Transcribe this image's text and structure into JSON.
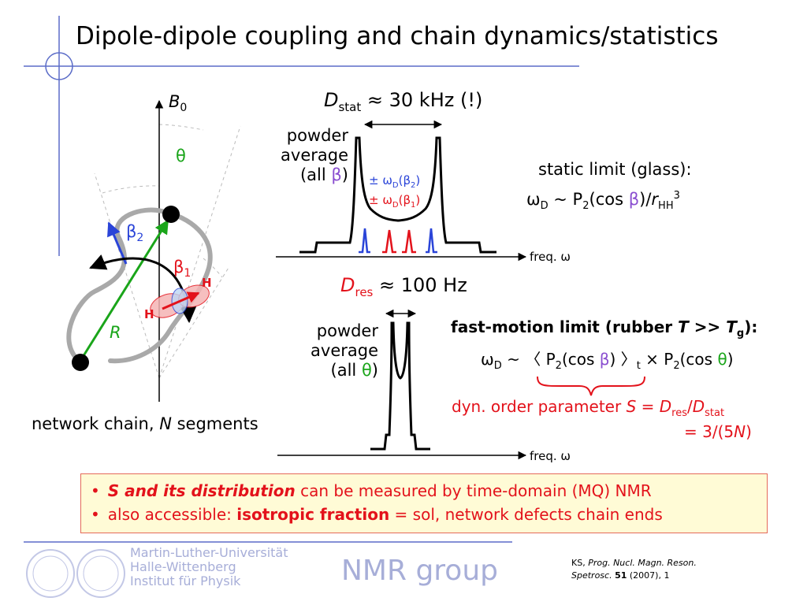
{
  "title": "Dipole-dipole coupling and chain dynamics/statistics",
  "diagram": {
    "b0": "B",
    "b0_sub": "0",
    "theta": "θ",
    "beta2": "β",
    "beta2_sub": "2",
    "beta1": "β",
    "beta1_sub": "1",
    "h_label": "H",
    "r_label": "R",
    "chain_caption_a": "network chain, ",
    "chain_caption_n": "N",
    "chain_caption_b": " segments"
  },
  "static": {
    "d_label": "D",
    "d_sub": "stat",
    "d_value": " ≈ 30 kHz (!)",
    "powder_line1": "powder",
    "powder_line2": "average",
    "powder_line3a": "(all ",
    "powder_beta": "β",
    "powder_line3b": ")",
    "pm_beta2": "± ω",
    "pm_beta2_sub": "D",
    "pm_beta2_arg": "(β",
    "pm_beta2_argsub": "2",
    "pm_beta2_end": ")",
    "pm_beta1": "± ω",
    "pm_beta1_sub": "D",
    "pm_beta1_arg": "(β",
    "pm_beta1_argsub": "1",
    "pm_beta1_end": ")",
    "freq": "freq. ω",
    "limit_title": "static limit (glass):",
    "formula_a": "ω",
    "formula_a_sub": "D",
    "formula_b": " ~  P",
    "formula_b_sub": "2",
    "formula_c": "(cos ",
    "formula_beta": "β",
    "formula_d": ")/",
    "formula_r": "r",
    "formula_r_sub": "HH",
    "formula_r_sup": "3"
  },
  "residual": {
    "d_label": "D",
    "d_sub": "res",
    "d_value": " ≈ 100 Hz",
    "powder_line1": "powder",
    "powder_line2": "average",
    "powder_line3a": "(all ",
    "powder_theta": "θ",
    "powder_line3b": ")",
    "freq": "freq. ω",
    "fast_title_a": "fast-motion limit (rubber ",
    "fast_title_t": "T",
    "fast_title_b": " >> ",
    "fast_title_tg": "T",
    "fast_title_tg_sub": "g",
    "fast_title_c": "):",
    "fast_formula_a": "ω",
    "fast_formula_a_sub": "D",
    "fast_formula_b": " ~ 〈 P",
    "fast_formula_b_sub": "2",
    "fast_formula_c": "(cos ",
    "fast_formula_beta": "β",
    "fast_formula_d": ") 〉",
    "fast_formula_d_sub": "t",
    "fast_formula_e": " × P",
    "fast_formula_e_sub": "2",
    "fast_formula_f": "(cos ",
    "fast_formula_theta": "θ",
    "fast_formula_g": ")",
    "order_a": "dyn. order parameter ",
    "order_s": "S",
    "order_b": " = ",
    "order_d1": "D",
    "order_d1_sub": "res",
    "order_slash": "/",
    "order_d2": "D",
    "order_d2_sub": "stat",
    "order_line2_a": "= 3/(5",
    "order_line2_n": "N",
    "order_line2_b": ")"
  },
  "bullets": [
    {
      "bold": "S and its distribution",
      "rest": " can be measured by time-domain (MQ) NMR"
    },
    {
      "pre": "also accessible: ",
      "bold": "isotropic fraction",
      "rest": " = sol, network defects chain ends"
    }
  ],
  "footer": {
    "uni1": "Martin-Luther-Universität",
    "uni2": "Halle-Wittenberg",
    "uni3": "Institut für Physik",
    "group": "NMR group",
    "ref_a": "KS, ",
    "ref_journal1": "Prog. Nucl. Magn. Reson.",
    "ref_journal2": "Spetrosc.",
    "ref_vol": "51",
    "ref_end": " (2007), 1"
  },
  "colors": {
    "blue": "#2a44d8",
    "red": "#e3121b",
    "green": "#1aa51a",
    "violet": "#8a4ed0",
    "gray_chain": "#a9a9a9",
    "accent_line": "#5b6cc8",
    "box_fill": "#fffbd6"
  }
}
